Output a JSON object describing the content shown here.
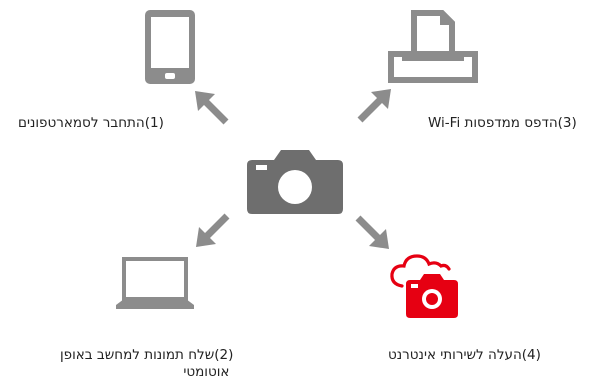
{
  "colors": {
    "icon_gray": "#8c8c8c",
    "camera_gray": "#6e6e6e",
    "arrow_gray": "#8c8c8c",
    "cloud_red": "#e60012"
  },
  "center": {
    "icon": "camera-icon"
  },
  "options": [
    {
      "id": "smartphone",
      "icon": "smartphone-icon",
      "label": "(1)התחבר לסמארטפונים"
    },
    {
      "id": "printer",
      "icon": "printer-icon",
      "label": "(3)הדפס ממדפסות Wi-Fi"
    },
    {
      "id": "computer",
      "icon": "laptop-icon",
      "label_line1": "(2)שלח תמונות למחשב באופן",
      "label_line2": "אוטומטי"
    },
    {
      "id": "web",
      "icon": "cloud-camera-icon",
      "label": "(4)העלה לשירותי אינטרנט"
    }
  ]
}
